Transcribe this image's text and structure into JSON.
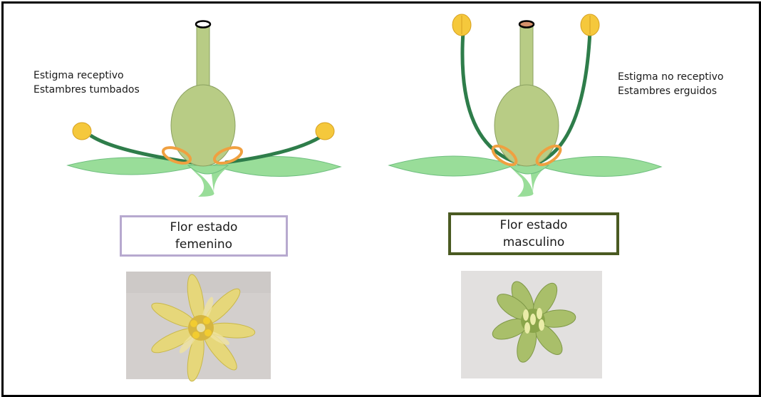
{
  "female_side": {
    "caption_line1": "Estigma receptivo",
    "caption_line2": "Estambres tumbados",
    "box_line1": "Flor estado",
    "box_line2": "femenino"
  },
  "male_side": {
    "caption_line1": "Estigma  no receptivo",
    "caption_line2": "Estambres erguidos",
    "box_line1": "Flor estado",
    "box_line2": "masculino"
  },
  "colors": {
    "ovary": "#b8cc85",
    "petal": "#99dd99",
    "filament": "#2e7d4a",
    "anther": "#f5c83c",
    "ring": "#f0a040",
    "female_box_border": "#b7a9cf",
    "male_box_border": "#4a5a22",
    "frame": "#000000"
  }
}
